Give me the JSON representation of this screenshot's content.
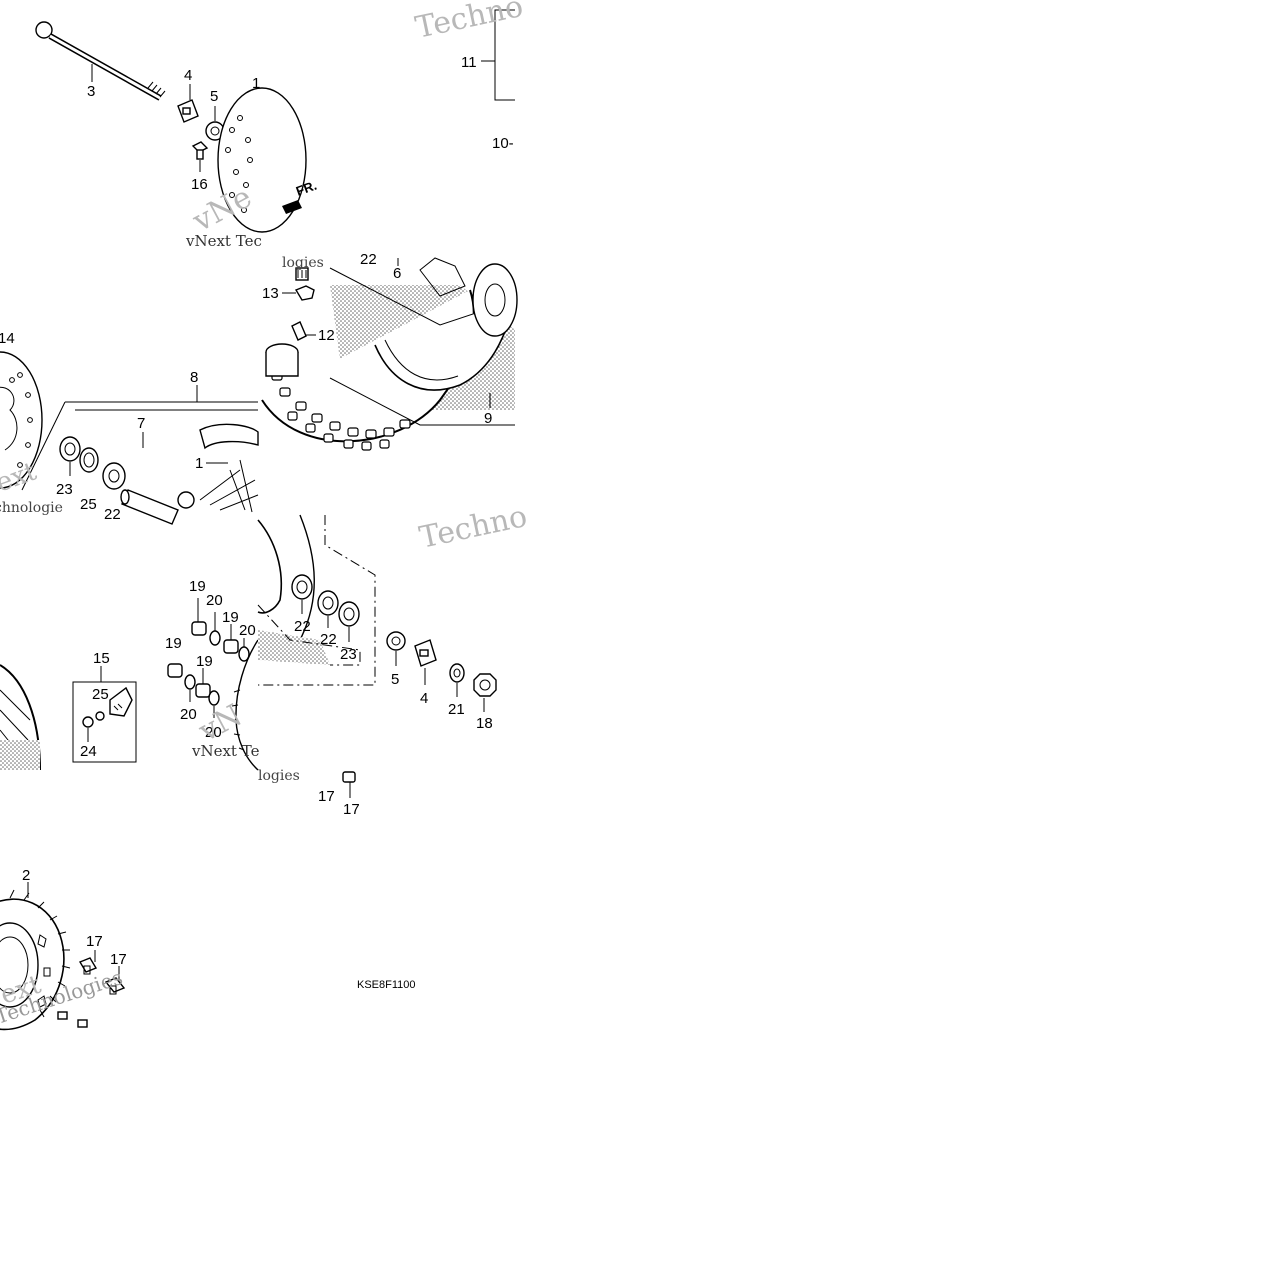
{
  "diagram": {
    "part_numbers": [
      "1",
      "2",
      "3",
      "4",
      "5",
      "6",
      "7",
      "8",
      "9",
      "10",
      "11",
      "12",
      "13",
      "14",
      "15",
      "16",
      "17",
      "18",
      "19",
      "20",
      "21",
      "22",
      "23",
      "24",
      "25"
    ],
    "labels": {
      "a3": "3",
      "a4": "4",
      "a5": "5",
      "a16": "16",
      "a11": "11",
      "a10": "10-",
      "b22": "22",
      "b6": "6",
      "b13": "13",
      "b12": "12",
      "b9": "9",
      "c14": "14",
      "c8": "8",
      "c7": "7",
      "c1": "1",
      "c23": "23",
      "c25": "25",
      "c22": "22",
      "d19a": "19",
      "d20a": "20",
      "d19b": "19",
      "d20b": "20",
      "d19c": "19",
      "d19d": "19",
      "d20c": "20",
      "d20d": "20",
      "d15": "15",
      "d25": "25",
      "d24": "24",
      "e22a": "22",
      "e22b": "22",
      "e23": "23",
      "e5": "5",
      "e4": "4",
      "e21": "21",
      "e18": "18",
      "f17a": "17",
      "f17b": "17",
      "g2": "2",
      "g17a": "17",
      "g17b": "17"
    },
    "front_arrow": "FR.",
    "drawing_code": "KSE8F1100",
    "watermarks": {
      "techno": "Techno",
      "vnext": "vNext Tec",
      "technologies": "Technologies"
    },
    "colors": {
      "ink": "#000000",
      "watermark": "#b8b8b8",
      "background": "#ffffff"
    }
  }
}
